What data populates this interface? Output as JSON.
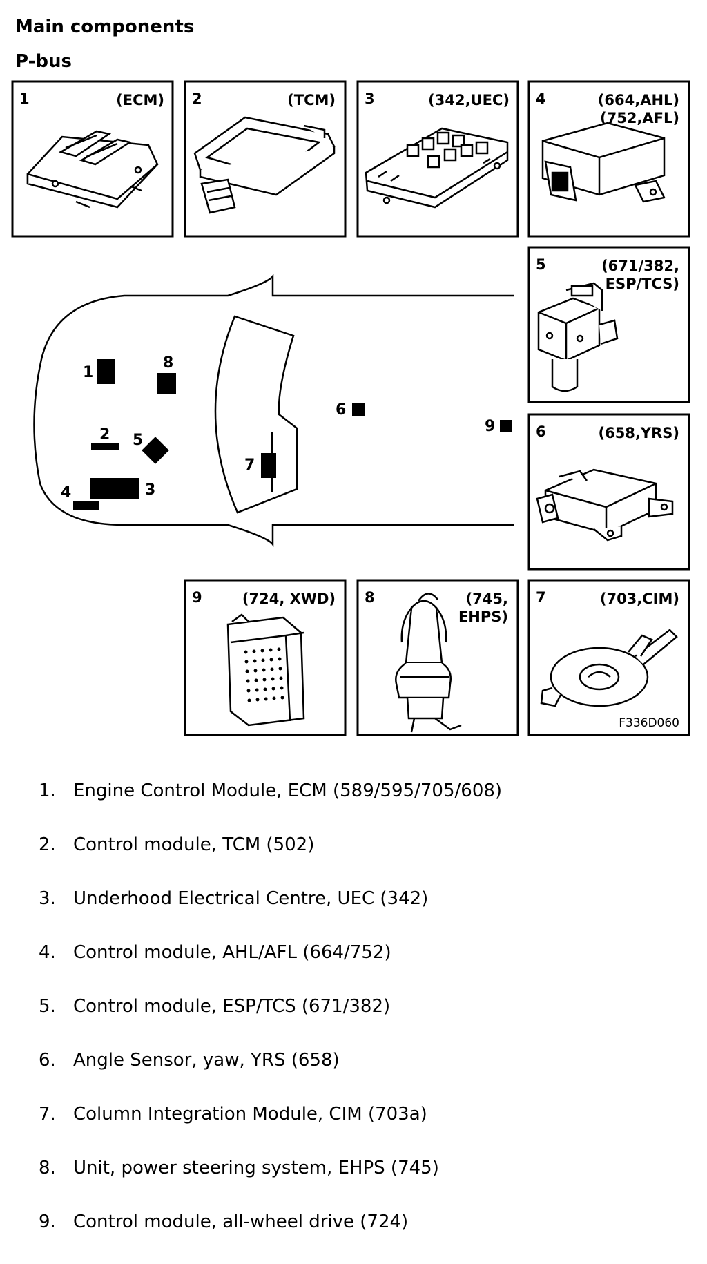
{
  "title": "Main components",
  "subtitle": "P-bus",
  "figure_code": "F336D060",
  "boxes": [
    {
      "num": "1",
      "code_lines": [
        "(ECM)"
      ]
    },
    {
      "num": "2",
      "code_lines": [
        "(TCM)"
      ]
    },
    {
      "num": "3",
      "code_lines": [
        "(342,UEC)"
      ]
    },
    {
      "num": "4",
      "code_lines": [
        "(664,AHL)",
        "(752,AFL)"
      ]
    },
    {
      "num": "5",
      "code_lines": [
        "(671/382,",
        "ESP/TCS)"
      ]
    },
    {
      "num": "6",
      "code_lines": [
        "(658,YRS)"
      ]
    },
    {
      "num": "9",
      "code_lines": [
        "(724, XWD)"
      ]
    },
    {
      "num": "8",
      "code_lines": [
        "(745,",
        "EHPS)"
      ]
    },
    {
      "num": "7",
      "code_lines": [
        "(703,CIM)"
      ]
    }
  ],
  "car_labels": [
    "1",
    "8",
    "2",
    "5",
    "4",
    "3",
    "7",
    "6",
    "9"
  ],
  "legend": [
    {
      "num": "1.",
      "text": "Engine Control Module, ECM (589/595/705/608)"
    },
    {
      "num": "2.",
      "text": "Control module, TCM (502)"
    },
    {
      "num": "3.",
      "text": "Underhood Electrical Centre, UEC (342)"
    },
    {
      "num": "4.",
      "text": "Control module, AHL/AFL (664/752)"
    },
    {
      "num": "5.",
      "text": "Control module, ESP/TCS (671/382)"
    },
    {
      "num": "6.",
      "text": "Angle Sensor, yaw, YRS (658)"
    },
    {
      "num": "7.",
      "text": "Column Integration Module, CIM (703a)"
    },
    {
      "num": "8.",
      "text": "Unit, power steering system, EHPS (745)"
    },
    {
      "num": "9.",
      "text": "Control module, all-wheel drive (724)"
    }
  ]
}
